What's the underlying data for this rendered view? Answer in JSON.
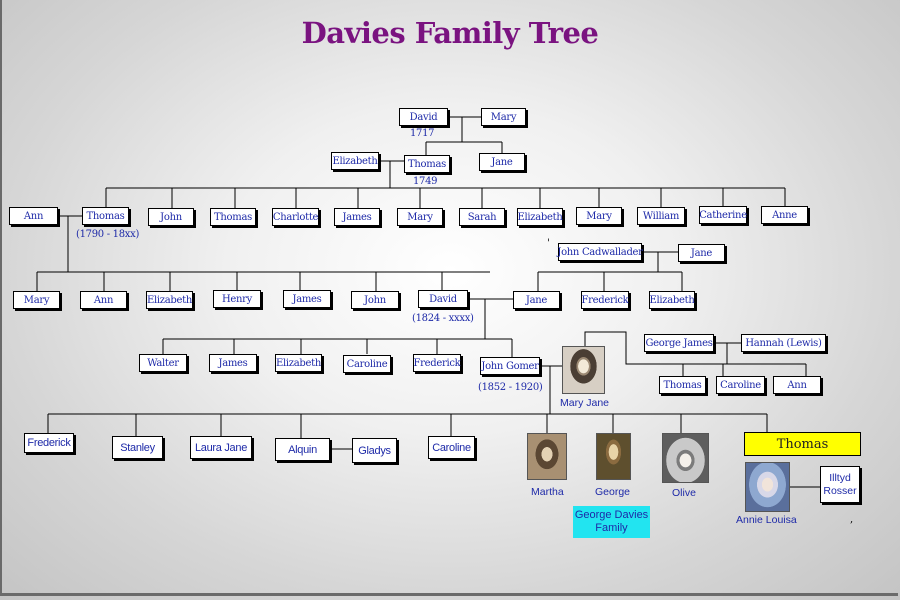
{
  "title": "Davies Family Tree",
  "people": {
    "david_1": "David",
    "mary_1": "Mary",
    "david_1_year": "1717",
    "elizabeth_g2": "Elizabeth",
    "thomas_g2": "Thomas",
    "jane_g2": "Jane",
    "thomas_g2_year": "1749",
    "ann_g3": "Ann",
    "thomas_g3": "Thomas",
    "thomas_g3_dates": "(1790 - 18xx)",
    "g3_siblings": [
      "John",
      "Thomas",
      "Charlotte",
      "James",
      "Mary",
      "Sarah",
      "Elizabeth",
      "Mary",
      "William",
      "Catherine",
      "Anne"
    ],
    "john_cadwallader": "John Cadwallader",
    "jane_cadwallader": "Jane",
    "g4_children": [
      "Mary",
      "Ann",
      "Elizabeth",
      "Henry",
      "James",
      "John",
      "David"
    ],
    "david_g4_dates": "(1824 - xxxx)",
    "jane_g4": "Jane",
    "g4_cad_children": [
      "Frederick",
      "Elizabeth"
    ],
    "g5_children": [
      "Walter",
      "James",
      "Elizabeth",
      "Caroline",
      "Frederick",
      "John Gomer"
    ],
    "john_gomer_dates": "(1852 - 1920)",
    "mary_jane": "Mary Jane",
    "george_james": "George James",
    "hannah_lewis": "Hannah (Lewis)",
    "gj_children": [
      "Thomas",
      "Caroline",
      "Ann"
    ],
    "g6_children": [
      "Frederick",
      "Stanley",
      "Laura Jane",
      "Alquin",
      "Caroline"
    ],
    "gladys": "Gladys",
    "martha": "Martha",
    "george": "George",
    "olive": "Olive",
    "george_family_line1": "George Davies",
    "george_family_line2": "Family",
    "thomas_g6": "Thomas",
    "annie_louisa": "Annie Louisa",
    "illtyd_line1": "Illtyd",
    "illtyd_line2": "Rosser"
  },
  "colors": {
    "title": "#7a1380",
    "name_text": "#1e2aa8",
    "highlight": "#ffff00",
    "family_label_bg": "#22e4f0"
  },
  "icons": [
    "portrait-photo"
  ]
}
